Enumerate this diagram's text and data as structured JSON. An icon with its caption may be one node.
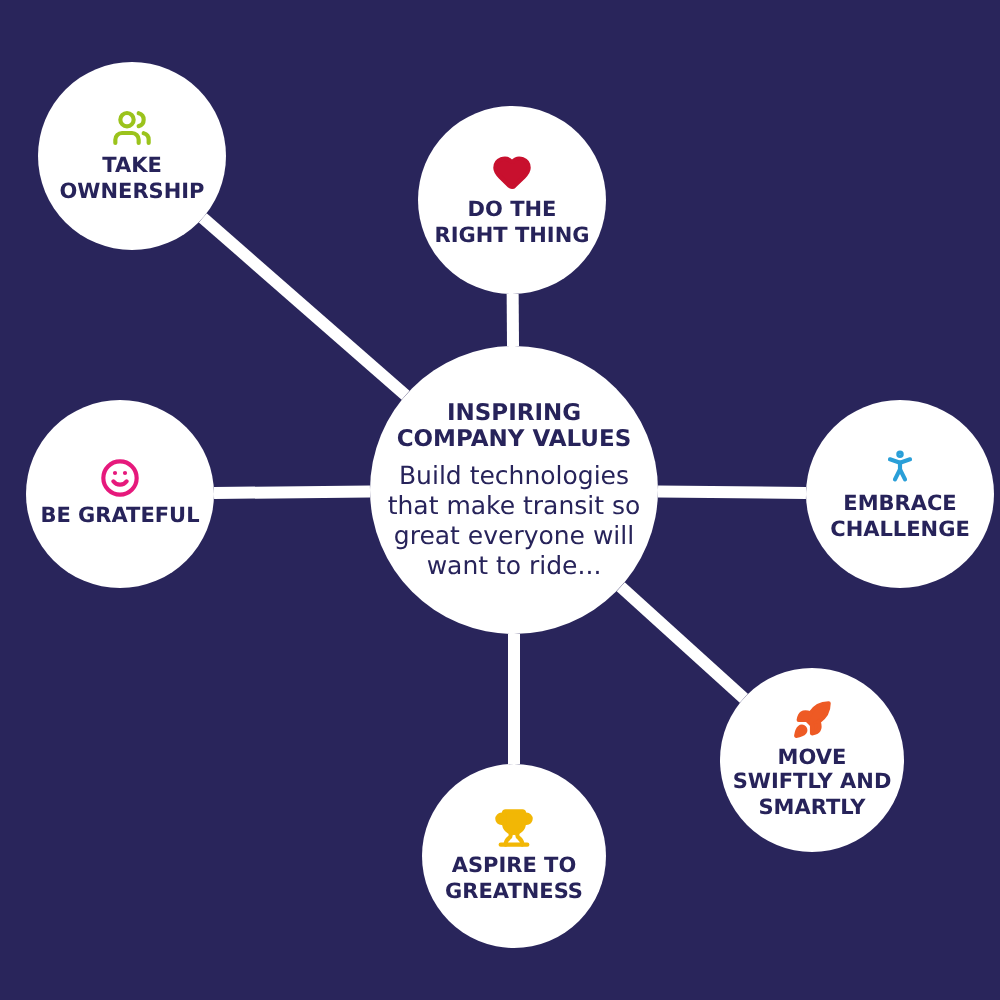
{
  "diagram": {
    "nodes": [
      {
        "text": [
          "TAKE OWNERSHIP"
        ]
      },
      {
        "text": [
          "DO THE RIGHT THING"
        ]
      },
      {
        "text": [
          "INSPIRING COMPANY VALUES",
          "Build technologies that make transit so great everyone will want to ride..."
        ]
      },
      {
        "text": [
          "BE GRATEFUL"
        ]
      },
      {
        "text": [
          "EMBRACE CHALLENGE"
        ]
      },
      {
        "text": [
          "MOVE SWIFTLY AND SMARTLY"
        ]
      },
      {
        "text": [
          "ASPIRE TO GREATNESS"
        ]
      }
    ],
    "edges": [
      {
        "from": 2,
        "to": 0,
        "arrow": "none"
      },
      {
        "from": 2,
        "to": 1,
        "arrow": "none"
      },
      {
        "from": 2,
        "to": 3,
        "arrow": "none"
      },
      {
        "from": 2,
        "to": 4,
        "arrow": "none"
      },
      {
        "from": 2,
        "to": 5,
        "arrow": "none"
      },
      {
        "from": 2,
        "to": 6,
        "arrow": "none"
      }
    ]
  }
}
